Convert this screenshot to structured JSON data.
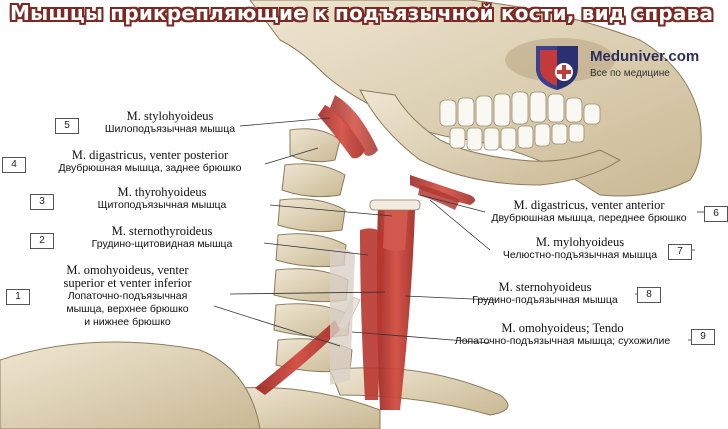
{
  "title": "Мышцы прикрепляющие к подъязычной кости, вид справа",
  "logo": {
    "name": "Meduniver.com",
    "tagline": "Все по медицине"
  },
  "labels": [
    {
      "id": "5",
      "lat": "M. stylohyoideus",
      "ru": "Шилоподъязычная мышца"
    },
    {
      "id": "4",
      "lat": "M. digastricus, venter posterior",
      "ru": "Двубрюшная мышца, заднее брюшко"
    },
    {
      "id": "3",
      "lat": "M. thyrohyoideus",
      "ru": "Щитоподъязычная мышца"
    },
    {
      "id": "2",
      "lat": "M. sternothyroideus",
      "ru": "Грудино-щитовидная мышца"
    },
    {
      "id": "1",
      "lat1": "M. omohyoideus, venter",
      "lat2": "superior et venter inferior",
      "ru1": "Лопаточно-подъязычная",
      "ru2": "мышца, верхнее брюшко",
      "ru3": "и нижнее брюшко"
    },
    {
      "id": "6",
      "lat": "M. digastricus, venter anterior",
      "ru": "Двубрюшная мышца, переднее брюшко"
    },
    {
      "id": "7",
      "lat": "M. mylohyoideus",
      "ru": "Челюстно-подъязычная мышца"
    },
    {
      "id": "8",
      "lat": "M. sternohyoideus",
      "ru": "Грудино-подъязычная мышца"
    },
    {
      "id": "9",
      "lat": "M. omohyoideus; Tendo",
      "ru": "Лопаточно-подъязычная мышца; сухожилие"
    }
  ],
  "colors": {
    "bone": "#e4d9c2",
    "muscle": "#c8403a",
    "title_outline": "#7a2a22"
  }
}
